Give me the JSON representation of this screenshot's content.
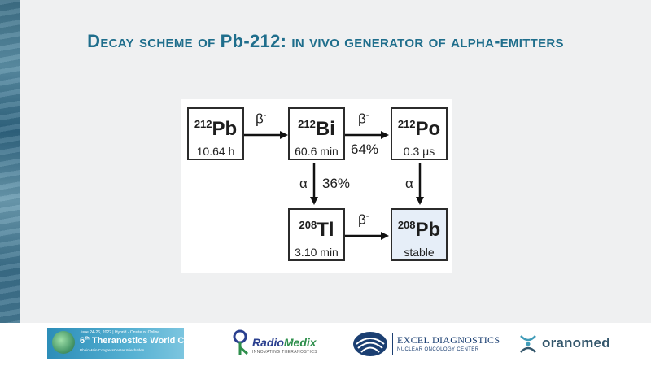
{
  "slide": {
    "title": {
      "cap1": "D",
      "part1": "ecay scheme of ",
      "nuclide": "Pb-212:",
      "cap2": "",
      "part2": " in vivo generator of alpha-emitters"
    }
  },
  "scheme": {
    "nodes": [
      {
        "id": "pb212",
        "mass": "212",
        "symbol": "Pb",
        "half_life": "10.64 h"
      },
      {
        "id": "bi212",
        "mass": "212",
        "symbol": "Bi",
        "half_life": "60.6 min"
      },
      {
        "id": "po212",
        "mass": "212",
        "symbol": "Po",
        "half_life": "0.3 μs"
      },
      {
        "id": "tl208",
        "mass": "208",
        "symbol": "Tl",
        "half_life": "3.10 min"
      },
      {
        "id": "pb208",
        "mass": "208",
        "symbol": "Pb",
        "half_life": "stable"
      }
    ],
    "transitions": [
      {
        "from": "pb212",
        "to": "bi212",
        "mode": "β",
        "charge": "-",
        "branch": ""
      },
      {
        "from": "bi212",
        "to": "po212",
        "mode": "β",
        "charge": "-",
        "branch": "64%"
      },
      {
        "from": "bi212",
        "to": "tl208",
        "mode": "α",
        "charge": "",
        "branch": "36%"
      },
      {
        "from": "po212",
        "to": "pb208",
        "mode": "α",
        "charge": "",
        "branch": ""
      },
      {
        "from": "tl208",
        "to": "pb208",
        "mode": "β",
        "charge": "-",
        "branch": ""
      }
    ],
    "colors": {
      "box_border": "#2b2b2b",
      "stable_fill": "#e6eef8",
      "arrow": "#111111"
    }
  },
  "footer": {
    "logos": {
      "twc": {
        "line1": "June 24-26, 2022 | Hybrid - Onsite or Online",
        "ordinal": "6",
        "ordinal_suffix": "th",
        "line2": "Theranostics World Congress",
        "line3": "RheinMain CongressCenter Wiesbaden"
      },
      "radiomedix": {
        "name_a": "Radio",
        "name_b": "Medix",
        "tagline": "INNOVATING THERANOSTICS"
      },
      "excel": {
        "name": "EXCEL DIAGNOSTICS",
        "sub": "NUCLEAR ONCOLOGY CENTER"
      },
      "oranomed": {
        "name": "oranomed"
      }
    }
  },
  "theme": {
    "title_color": "#1f6e8c",
    "accent_strip": "#3d6f86"
  }
}
